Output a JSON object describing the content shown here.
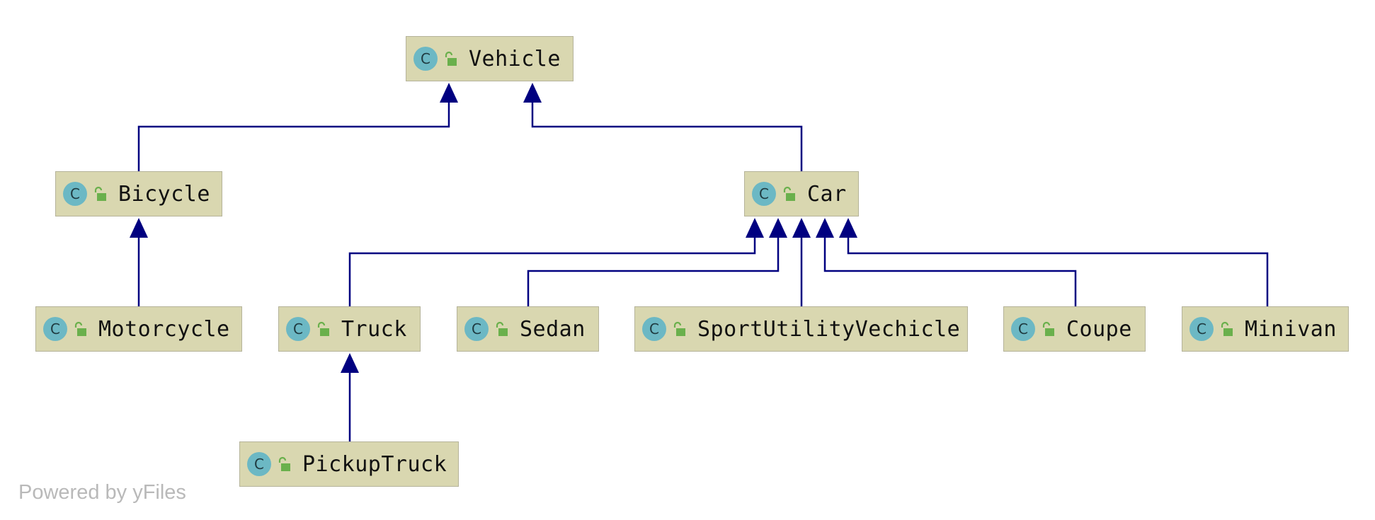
{
  "diagram": {
    "title": "",
    "classes": [
      {
        "id": "vehicle",
        "name": "Vehicle",
        "kind": "C"
      },
      {
        "id": "bicycle",
        "name": "Bicycle",
        "kind": "C"
      },
      {
        "id": "car",
        "name": "Car",
        "kind": "C"
      },
      {
        "id": "motorcycle",
        "name": "Motorcycle",
        "kind": "C"
      },
      {
        "id": "truck",
        "name": "Truck",
        "kind": "C"
      },
      {
        "id": "sedan",
        "name": "Sedan",
        "kind": "C"
      },
      {
        "id": "suv",
        "name": "SportUtilityVechicle",
        "kind": "C"
      },
      {
        "id": "coupe",
        "name": "Coupe",
        "kind": "C"
      },
      {
        "id": "minivan",
        "name": "Minivan",
        "kind": "C"
      },
      {
        "id": "pickup",
        "name": "PickupTruck",
        "kind": "C"
      }
    ],
    "inheritance": [
      {
        "child": "Bicycle",
        "parent": "Vehicle"
      },
      {
        "child": "Car",
        "parent": "Vehicle"
      },
      {
        "child": "Motorcycle",
        "parent": "Bicycle"
      },
      {
        "child": "Truck",
        "parent": "Car"
      },
      {
        "child": "Sedan",
        "parent": "Car"
      },
      {
        "child": "SportUtilityVechicle",
        "parent": "Car"
      },
      {
        "child": "Coupe",
        "parent": "Car"
      },
      {
        "child": "Minivan",
        "parent": "Car"
      },
      {
        "child": "PickupTruck",
        "parent": "Truck"
      }
    ],
    "icons": {
      "class_badge": "class-c-icon",
      "visibility": "public-unlocked-lock-icon"
    },
    "colors": {
      "node_fill": "#d9d7b0",
      "edge": "#000080",
      "class_badge": "#6cb8c4",
      "lock": "#6ab04c"
    },
    "footer": "Powered by yFiles"
  }
}
